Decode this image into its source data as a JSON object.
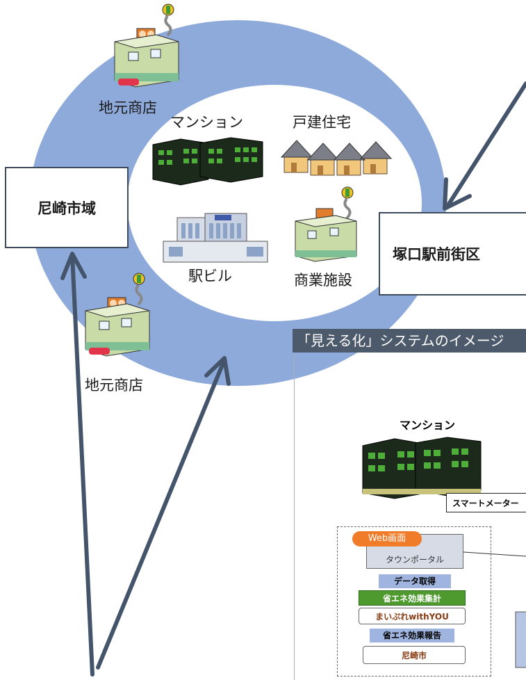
{
  "labels": {
    "local_shop_top": "地元商店",
    "mansion": "マンション",
    "detached_houses": "戸建住宅",
    "station_building": "駅ビル",
    "commercial": "商業施設",
    "local_shop_bottom": "地元商店"
  },
  "boxes": {
    "amagasaki_city": "尼崎市域",
    "tsukaguchi_district": "塚口駅前街区"
  },
  "panel": {
    "banner": "「見える化」システムのイメージ",
    "mansion_title": "マンション",
    "smart_meter": "スマートメーター",
    "web_screen": "Web画面",
    "town_portal": "タウンポータル",
    "data_acquisition": "データ取得",
    "savings_aggregate": "省エネ効果集計",
    "maipure": "まいぷれwithYOU",
    "savings_report": "省エネ効果報告",
    "amagasaki": "尼崎市"
  },
  "colors": {
    "ring": "#8eaadb",
    "arrow": "#44546a",
    "banner_bg": "#4d5a6b",
    "web_orange": "#f07c2a",
    "aggregate_green": "#4e9a2e"
  }
}
